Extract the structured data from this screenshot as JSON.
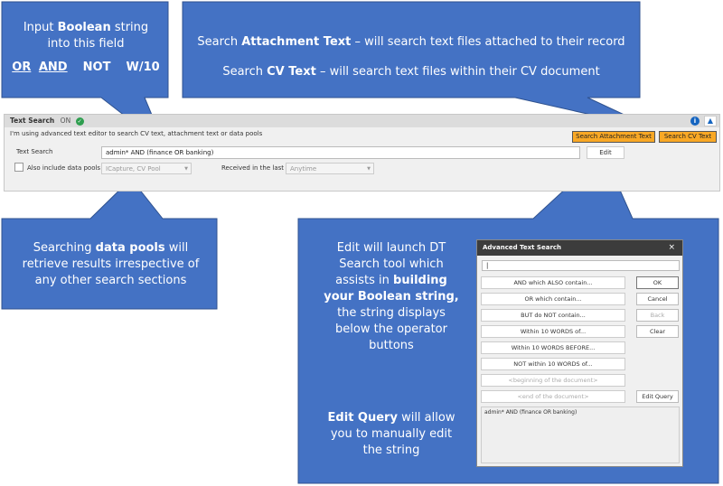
{
  "callouts": {
    "boolean": {
      "line1_pre": "Input ",
      "line1_bold": "Boolean",
      "line1_post": " string",
      "line2": "into this field",
      "ops": [
        "OR",
        "AND",
        "NOT",
        "W/10"
      ]
    },
    "search_buttons": {
      "l1_pre": "Search ",
      "l1_bold": "Attachment Text",
      "l1_post": " – will search text files attached to their record",
      "l2_pre": "Search ",
      "l2_bold": "CV Text",
      "l2_post": " – will search text files within their CV document"
    },
    "data_pools": {
      "pre": "Searching ",
      "bold": "data pools",
      "post": " will retrieve results irrespective of any other search sections"
    },
    "edit": {
      "pre": "Edit will launch DT Search tool which assists in ",
      "bold": "building your Boolean string,",
      "post": " the string displays below the operator buttons"
    },
    "edit_query": {
      "bold": "Edit Query",
      "post": " will allow you to manually edit the string"
    }
  },
  "panel": {
    "title": "Text Search",
    "status": "ON",
    "description": "I'm using advanced text editor to search CV text, attachment text or data pools",
    "text_search_label": "Text Search",
    "text_search_value": "admin* AND (finance OR banking)",
    "edit_label": "Edit",
    "data_pools_label": "Also include data pools",
    "data_pools_value": "ICapture, CV Pool",
    "received_label": "Received in the last",
    "received_value": "Anytime",
    "search_attachment_label": "Search Attachment Text",
    "search_cv_label": "Search CV Text"
  },
  "dialog": {
    "title": "Advanced Text Search",
    "close": "×",
    "input_value": "|",
    "operators": [
      "AND which ALSO contain...",
      "OR which contain...",
      "BUT do NOT contain...",
      "Within 10 WORDS of...",
      "Within 10 WORDS BEFORE...",
      "NOT within 10 WORDS of...",
      "<beginning of the document>",
      "<end of the document>"
    ],
    "ok": "OK",
    "cancel": "Cancel",
    "back": "Back",
    "clear": "Clear",
    "edit_query": "Edit Query",
    "query_text": "admin* AND (finance OR banking)"
  },
  "colors": {
    "callout": "#4472c4",
    "orange": "#f9a825"
  }
}
